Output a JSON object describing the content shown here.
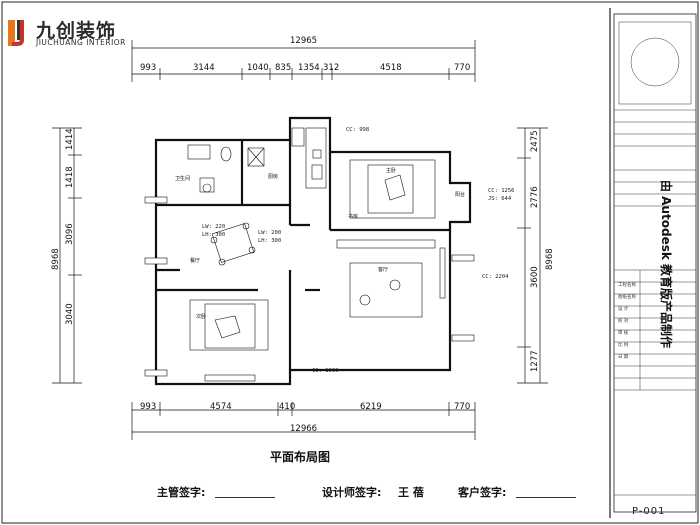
{
  "brand": {
    "name_cn": "九创装饰",
    "name_en": "JIUCHUANG INTERIOR",
    "logo_colors": {
      "orange": "#e8761f",
      "dark": "#333333",
      "red": "#c8322a"
    }
  },
  "dimensions": {
    "top_total": "12965",
    "top_segments": [
      "993",
      "3144",
      "1040",
      "835",
      "1354",
      "312",
      "4518",
      "770"
    ],
    "bottom_total": "12966",
    "bottom_segments": [
      "993",
      "4574",
      "410",
      "6219",
      "770"
    ],
    "left_segments": [
      "1414",
      "1418",
      "3096",
      "3040"
    ],
    "left_total": "8968",
    "right_segments": [
      "2475",
      "2776",
      "3600",
      "1277"
    ],
    "right_total": "8968"
  },
  "rooms": {
    "bath": "卫生间",
    "kitchen": "厨房",
    "dining": "餐厅",
    "bedroom1": "次卧",
    "bedroom2": "主卧",
    "living": "客厅",
    "balcony": "阳台",
    "study": "书房"
  },
  "annotations": {
    "cc1": "CC: 998",
    "lw1": "LW: 220",
    "lh1": "LH: 300",
    "lw2": "LW: 200",
    "lh2": "LH: 300",
    "cc2": "CC: 1256",
    "js": "JS: 644",
    "cc3": "CC: 2204",
    "cc4": "CC: 1000"
  },
  "drawing_title": "平面布局图",
  "signatures": {
    "manager": "主管签字:",
    "designer": "设计师签字:",
    "designer_name": "王 蓓",
    "client": "客户签字:"
  },
  "title_block": {
    "vertical_text": "由 Autodesk 教育版产品制作",
    "page_number": "P-001",
    "row_labels": [
      "工程名称",
      "图纸名称",
      "设 计",
      "校 对",
      "审 核",
      "比 例",
      "日 期"
    ]
  }
}
